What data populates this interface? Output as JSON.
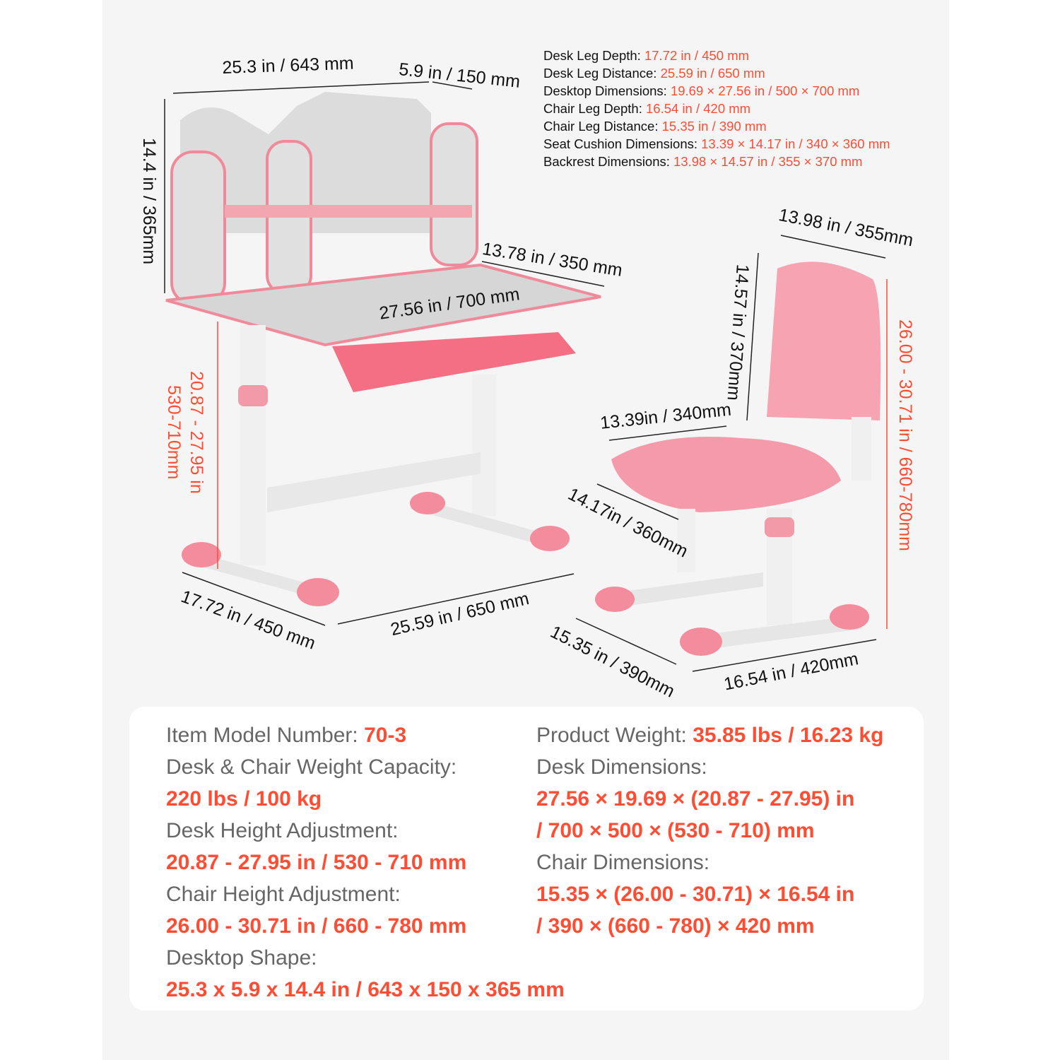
{
  "specs": [
    {
      "label": "Desk Leg Depth:",
      "value": "17.72 in / 450 mm"
    },
    {
      "label": "Desk Leg Distance:",
      "value": "25.59 in / 650 mm"
    },
    {
      "label": "Desktop Dimensions:",
      "value": "19.69 × 27.56 in / 500 × 700 mm"
    },
    {
      "label": "Chair Leg Depth:",
      "value": "16.54 in / 420 mm"
    },
    {
      "label": "Chair Leg Distance:",
      "value": "15.35 in / 390 mm"
    },
    {
      "label": "Seat Cushion Dimensions:",
      "value": "13.39 × 14.17 in / 340 × 360 mm"
    },
    {
      "label": "Backrest Dimensions:",
      "value": "13.98 × 14.57 in / 355 × 370 mm"
    }
  ],
  "dims": {
    "shelf_width": "25.3 in / 643 mm",
    "shelf_depth": "5.9 in / 150 mm",
    "shelf_height": "14.4 in / 365mm",
    "desk_depth": "13.78 in / 350 mm",
    "desk_width": "27.56 in / 700 mm",
    "desk_height_in": "20.87 - 27.95 in",
    "desk_height_mm": "530-710mm",
    "leg_depth": "17.72 in / 450 mm",
    "leg_distance": "25.59 in / 650 mm",
    "backrest_width": "13.98 in / 355mm",
    "backrest_height": "14.57 in / 370mm",
    "chair_height": "26.00 - 30.71 in / 660-780mm",
    "seat_width": "13.39in / 340mm",
    "seat_depth": "14.17in / 360mm",
    "chair_leg_distance": "15.35 in / 390mm",
    "chair_leg_depth": "16.54 in / 420mm"
  },
  "card": {
    "left": [
      {
        "label": "Item Model Number: ",
        "value": "70-3"
      },
      {
        "label": "Desk & Chair Weight Capacity:"
      },
      {
        "value": "220 lbs / 100 kg"
      },
      {
        "label": "Desk Height Adjustment:"
      },
      {
        "value": "20.87 - 27.95 in / 530 - 710 mm"
      },
      {
        "label": "Chair Height Adjustment:"
      },
      {
        "value": "26.00 - 30.71 in / 660 - 780 mm"
      },
      {
        "label": "Desktop Shape:"
      },
      {
        "value": "25.3 x 5.9 x 14.4 in / 643 x 150 x 365 mm"
      }
    ],
    "right": [
      {
        "label": "Product Weight: ",
        "value": "35.85 lbs / 16.23 kg"
      },
      {
        "label": "Desk Dimensions:"
      },
      {
        "value": "27.56 × 19.69 × (20.87 - 27.95) in"
      },
      {
        "value": "/ 700 × 500 × (530 - 710) mm"
      },
      {
        "label": "Chair Dimensions:"
      },
      {
        "value": "15.35 × (26.00 - 30.71) × 16.54 in"
      },
      {
        "value": "/ 390 × (660 - 780) × 420 mm"
      }
    ]
  }
}
